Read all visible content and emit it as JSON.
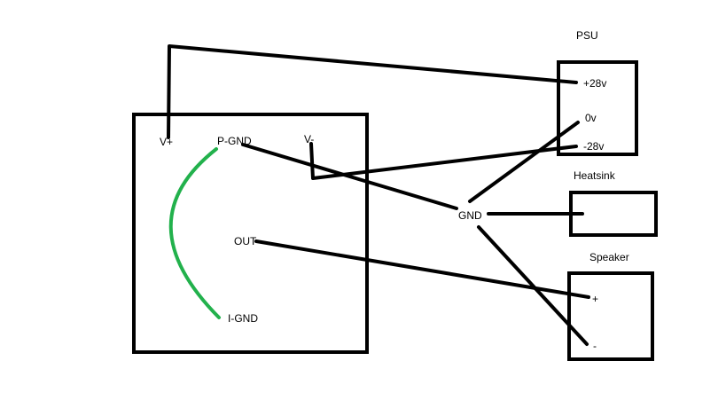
{
  "colors": {
    "wire": "#000000",
    "green_wire": "#22b14c",
    "background": "#ffffff"
  },
  "amplifier": {
    "v_plus": "V+",
    "p_gnd": "P-GND",
    "v_minus": "V-",
    "out": "OUT",
    "i_gnd": "I-GND"
  },
  "psu": {
    "title": "PSU",
    "plus_28v": "+28v",
    "zero_v": "0v",
    "minus_28v": "-28v"
  },
  "gnd": {
    "label": "GND"
  },
  "heatsink": {
    "title": "Heatsink"
  },
  "speaker": {
    "title": "Speaker",
    "plus": "+",
    "minus": "-"
  }
}
